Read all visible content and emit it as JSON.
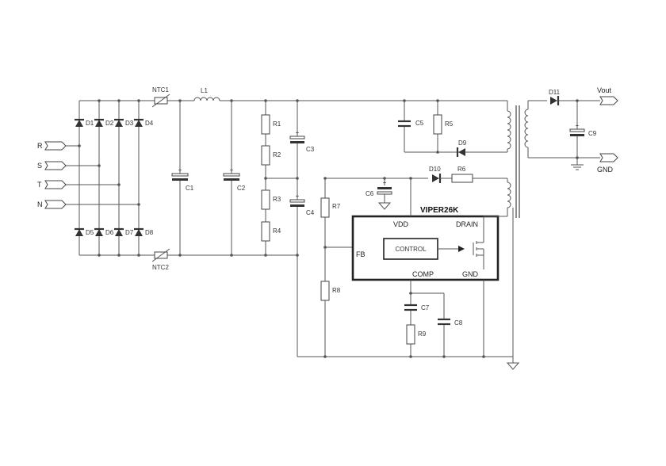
{
  "labels": {
    "inputs": {
      "r": "R",
      "s": "S",
      "t": "T",
      "n": "N"
    },
    "diodes": {
      "d1": "D1",
      "d2": "D2",
      "d3": "D3",
      "d4": "D4",
      "d5": "D5",
      "d6": "D6",
      "d7": "D7",
      "d8": "D8",
      "d9": "D9",
      "d10": "D10",
      "d11": "D11"
    },
    "ntc": {
      "ntc1": "NTC1",
      "ntc2": "NTC2"
    },
    "inductor": "L1",
    "capacitors": {
      "c1": "C1",
      "c2": "C2",
      "c3": "C3",
      "c4": "C4",
      "c5": "C5",
      "c6": "C6",
      "c7": "C7",
      "c8": "C8",
      "c9": "C9"
    },
    "resistors": {
      "r1": "R1",
      "r2": "R2",
      "r3": "R3",
      "r4": "R4",
      "r5": "R5",
      "r6": "R6",
      "r7": "R7",
      "r8": "R8",
      "r9": "R9"
    },
    "outputs": {
      "vout": "Vout",
      "gnd": "GND"
    },
    "ic": {
      "name": "VIPER26K",
      "vdd": "VDD",
      "drain": "DRAIN",
      "fb": "FB",
      "control": "CONTROL",
      "comp": "COMP",
      "gnd": "GND"
    }
  },
  "icons": {
    "ground": "ground-icon",
    "transformer": "transformer-icon",
    "mosfet": "mosfet-icon"
  }
}
